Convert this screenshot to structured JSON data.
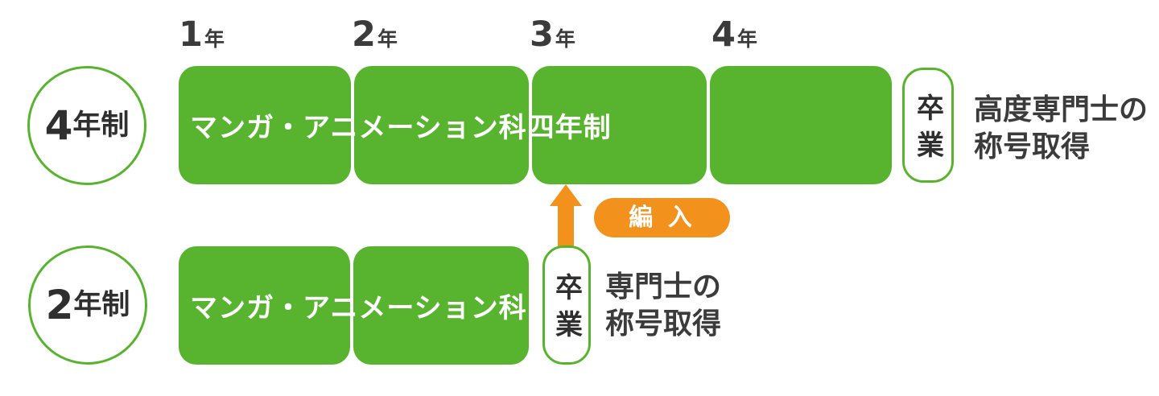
{
  "colors": {
    "green": "#58B42F",
    "orange": "#F2921D",
    "text_dark": "#2F2F2F",
    "text_gray": "#3B3B3B",
    "bg": "#FFFFFF",
    "block_text": "#FFFFFF",
    "badge_text": "#FFFFFF"
  },
  "years": [
    {
      "num": "1",
      "unit": "年"
    },
    {
      "num": "2",
      "unit": "年"
    },
    {
      "num": "3",
      "unit": "年"
    },
    {
      "num": "4",
      "unit": "年"
    }
  ],
  "four_year": {
    "circle": {
      "number": "4",
      "suffix": "年制"
    },
    "course_label": "マンガ・アニメーション科四年制",
    "graduation": "卒業",
    "caption_line1": "高度専門士の",
    "caption_line2": "称号取得"
  },
  "two_year": {
    "circle": {
      "number": "2",
      "suffix": "年制"
    },
    "course_label": "マンガ・アニメーション科",
    "graduation": "卒業",
    "caption_line1": "専門士の",
    "caption_line2": "称号取得"
  },
  "transfer": {
    "label": "編 入"
  }
}
